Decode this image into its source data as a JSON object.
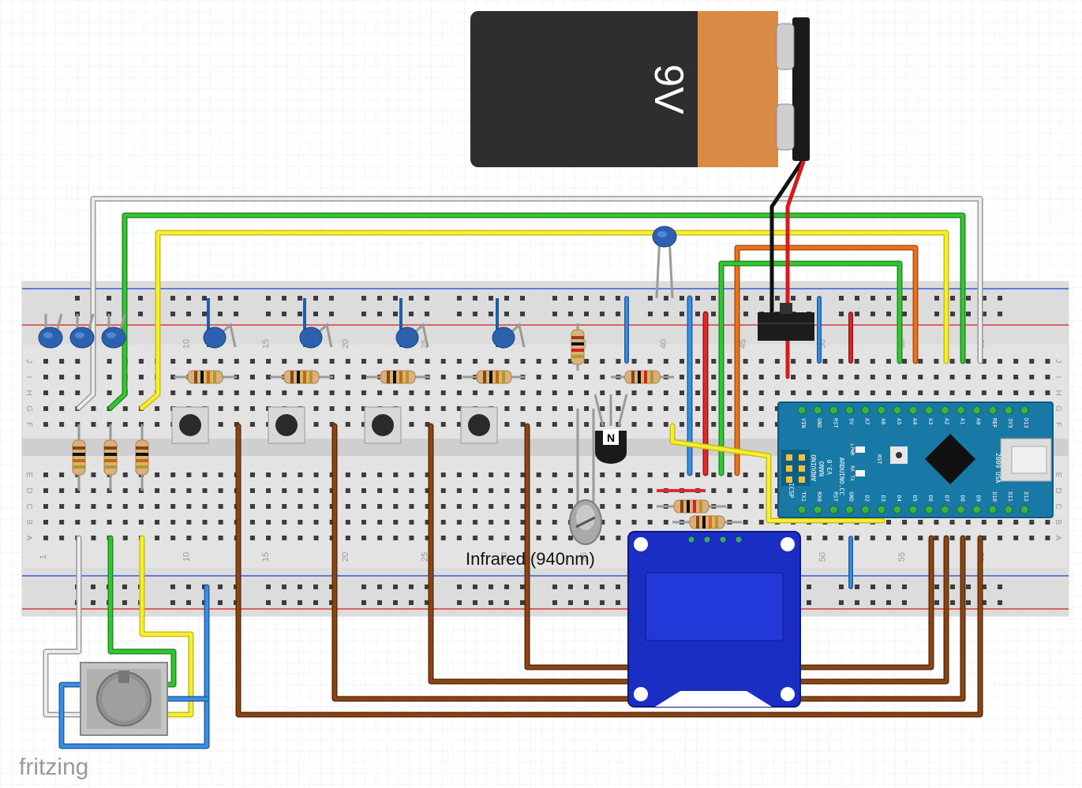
{
  "battery": {
    "label": "9V"
  },
  "arduino": {
    "top_pins": [
      "D13",
      "3V3",
      "REF",
      "A0",
      "A1",
      "A2",
      "A3",
      "A4",
      "A5",
      "A6",
      "A7",
      "5V",
      "RST",
      "GND",
      "VIN"
    ],
    "bottom_pins": [
      "D12",
      "D11",
      "D10",
      "D9",
      "D8",
      "D7",
      "D6",
      "D5",
      "D4",
      "D3",
      "D2",
      "GND",
      "RST",
      "RX0",
      "TX1"
    ],
    "board_name": "ARDUINO NANO V3.0",
    "board_name_l1": "ARDUINO",
    "board_name_l2": "NANO",
    "board_name_l3": "V3.0",
    "brand": "ARDUINO.CC",
    "year": "2009",
    "usa": "USA",
    "icsp": "ICSP",
    "rst_label": "RST",
    "led_labels": [
      "L",
      "PWR",
      "RX",
      "TX"
    ]
  },
  "breadboard": {
    "row_letters_top": [
      "J",
      "I",
      "H",
      "G",
      "F"
    ],
    "row_letters_bottom": [
      "E",
      "D",
      "C",
      "B",
      "A"
    ],
    "column_numbers": [
      "1",
      "10",
      "15",
      "20",
      "25",
      "30",
      "35",
      "40",
      "45",
      "50",
      "55",
      "60"
    ]
  },
  "transistor": {
    "label": "N"
  },
  "ir_led_label": "Infrared (940nm)",
  "watermark": "fritzing",
  "colors": {
    "wire_green": "#2db52d",
    "wire_yellow": "#f2e81c",
    "wire_brown": "#7b3b12",
    "wire_orange": "#e36b1a",
    "wire_blue": "#2f7fd2",
    "wire_red": "#d42222",
    "wire_gray": "#c8c8c8",
    "arduino_blue": "#1979a6",
    "oled_blue": "#1b2ec4"
  }
}
